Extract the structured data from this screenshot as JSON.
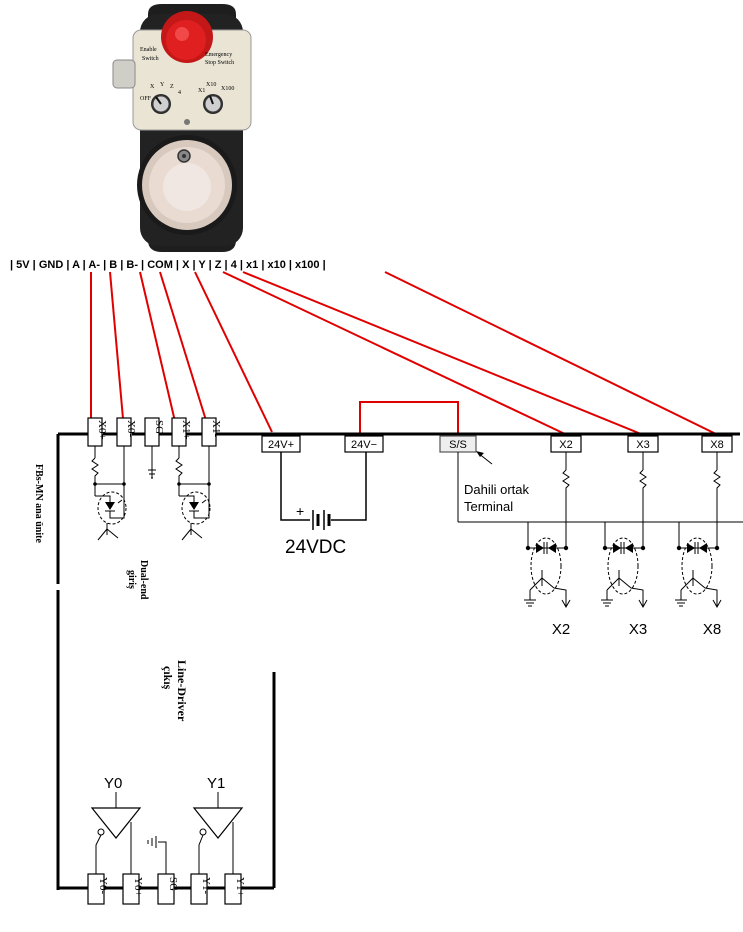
{
  "header": {
    "pins": [
      "5V",
      "GND",
      "A",
      "A-",
      "B",
      "B-",
      "COM",
      "X",
      "Y",
      "Z",
      "4",
      "x1",
      "x10",
      "x100"
    ],
    "separator": "|"
  },
  "pendant": {
    "enable_label_1": "Enable",
    "enable_label_2": "Switch",
    "estop_label_1": "Emergency",
    "estop_label_2": "Stop Switch",
    "axis_off": "OFF",
    "axis_x": "X",
    "axis_y": "Y",
    "axis_z": "Z",
    "axis_4": "4",
    "mult_x1": "X1",
    "mult_x10": "X10",
    "mult_x100": "X100"
  },
  "left_inputs": {
    "terminals": [
      "X0+",
      "X0-",
      "SG",
      "X1+",
      "X1-"
    ],
    "side_label": "FBs-MN ana ünite",
    "dual_end_1": "Dual-end",
    "dual_end_2": "giriş"
  },
  "power": {
    "pos_terminal": "24V+",
    "neg_terminal": "24V−",
    "battery_label": "24VDC",
    "plus_sign": "+"
  },
  "inputs": {
    "ss_terminal": "S/S",
    "ss_note_1": "Dahili ortak",
    "ss_note_2": "Terminal",
    "terminals": [
      "X2",
      "X3",
      "X8"
    ],
    "below_labels": [
      "X2",
      "X3",
      "X8"
    ]
  },
  "outputs": {
    "line_driver_1": "Line-Driver",
    "line_driver_2": "çıkış",
    "driver_labels": [
      "Y0",
      "Y1"
    ],
    "terminals": [
      "Y0-",
      "Y0+",
      "SG",
      "Y1-",
      "Y1+"
    ]
  },
  "colors": {
    "wire_red": "#e00000",
    "estop_red": "#e02020",
    "pendant_body": "#1e1e1e",
    "panel": "#e9e4d4"
  }
}
